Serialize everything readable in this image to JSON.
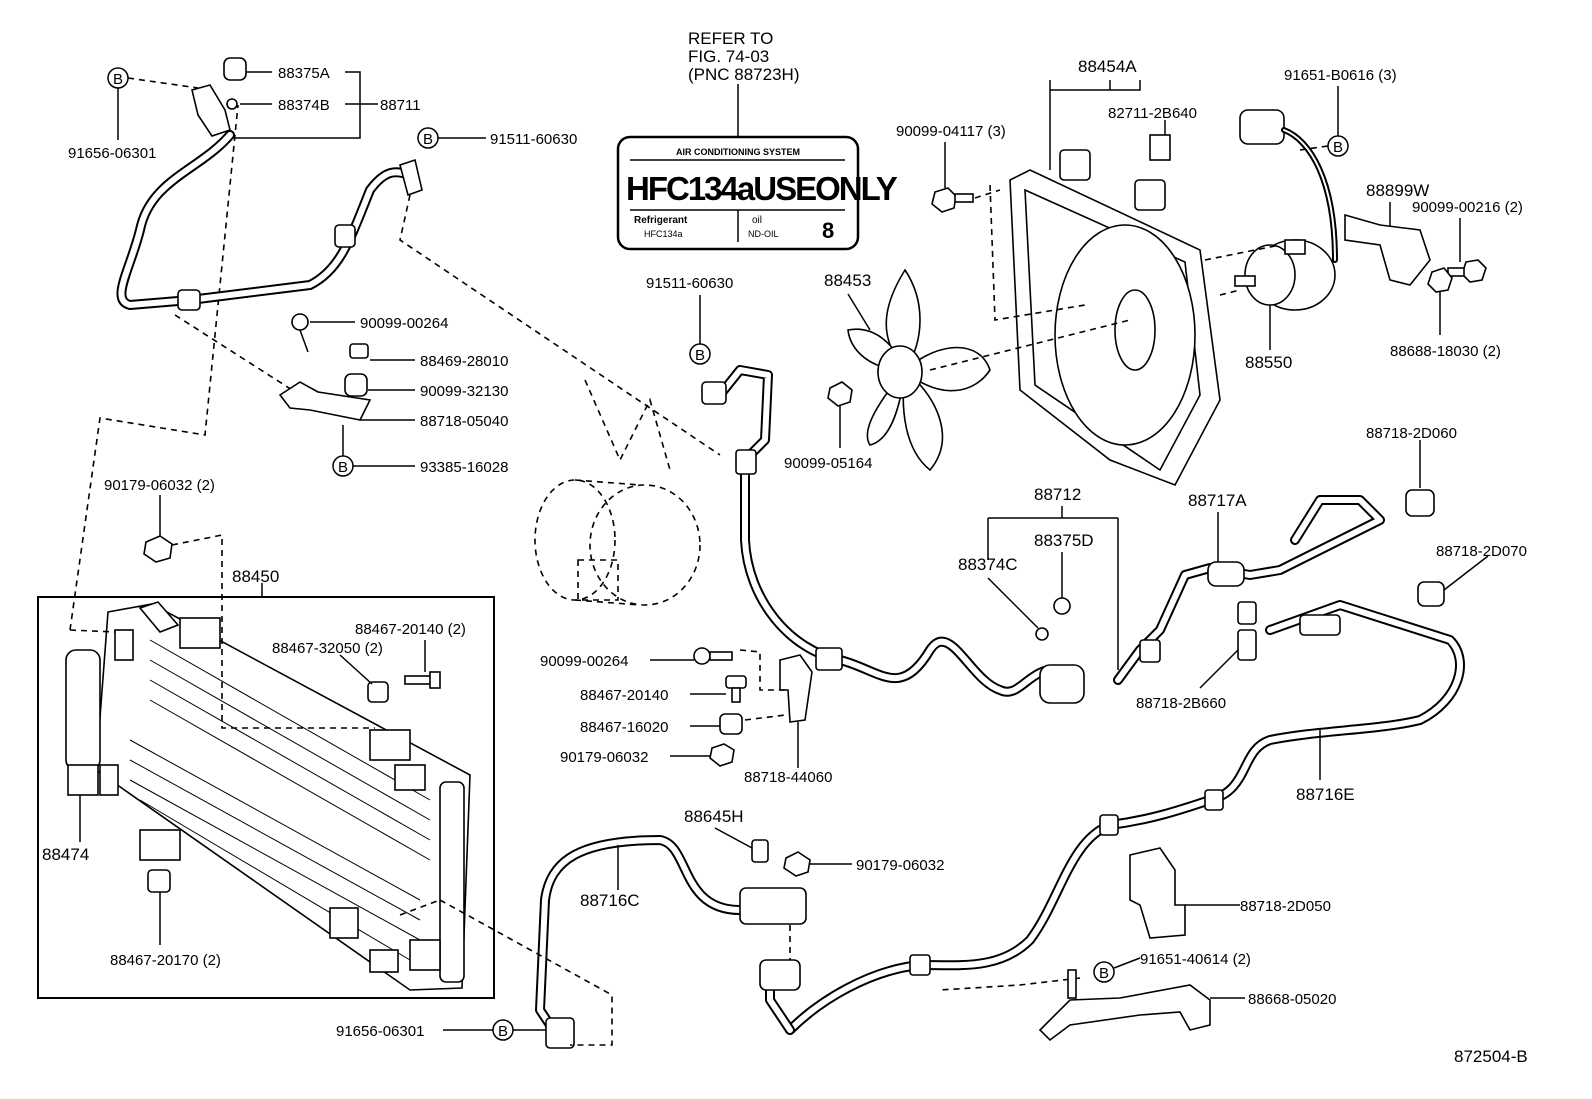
{
  "refer_note": {
    "line1": "REFER TO",
    "line2": "FIG. 74-03",
    "line3": "(PNC 88723H)"
  },
  "ac_label": {
    "header": "AIR CONDITIONING SYSTEM",
    "main": "HFC134aUSEONLY",
    "refrigerant_label": "Refrigerant",
    "refrigerant_value": "HFC134a",
    "oil_label": "oil",
    "oil_value": "ND-OIL",
    "oil_number": "8"
  },
  "callout_b": "B",
  "labels": {
    "p88375A": "88375A",
    "p88374B": "88374B",
    "p88711": "88711",
    "p91656_06301_top": "91656-06301",
    "p91511_60630_top": "91511-60630",
    "p90099_00264_top": "90099-00264",
    "p88469_28010": "88469-28010",
    "p90099_32130": "90099-32130",
    "p88718_05040": "88718-05040",
    "p93385_16028": "93385-16028",
    "p90179_06032_2": "90179-06032 (2)",
    "p88450": "88450",
    "p88467_20140_2": "88467-20140 (2)",
    "p88467_32050_2": "88467-32050 (2)",
    "p88474": "88474",
    "p88467_20170_2": "88467-20170 (2)",
    "p91656_06301_bot": "91656-06301",
    "p91511_60630_mid": "91511-60630",
    "p90099_00264_mid": "90099-00264",
    "p88467_20140": "88467-20140",
    "p88467_16020": "88467-16020",
    "p90179_06032_mid": "90179-06032",
    "p88718_44060": "88718-44060",
    "p88645H": "88645H",
    "p90179_06032_right": "90179-06032",
    "p88716C": "88716C",
    "p88454A": "88454A",
    "p82711_2B640": "82711-2B640",
    "p90099_04117_3": "90099-04117 (3)",
    "p88453": "88453",
    "p90099_05164": "90099-05164",
    "p91651_B0616_3": "91651-B0616 (3)",
    "p88899W": "88899W",
    "p90099_00216_2": "90099-00216 (2)",
    "p88550": "88550",
    "p88688_18030_2": "88688-18030 (2)",
    "p88712": "88712",
    "p88375D": "88375D",
    "p88374C": "88374C",
    "p88717A": "88717A",
    "p88718_2D060": "88718-2D060",
    "p88718_2D070": "88718-2D070",
    "p88718_2B660": "88718-2B660",
    "p88716E": "88716E",
    "p88718_2D050": "88718-2D050",
    "p91651_40614_2": "91651-40614 (2)",
    "p88668_05020": "88668-05020",
    "diagram_id": "872504-B"
  }
}
